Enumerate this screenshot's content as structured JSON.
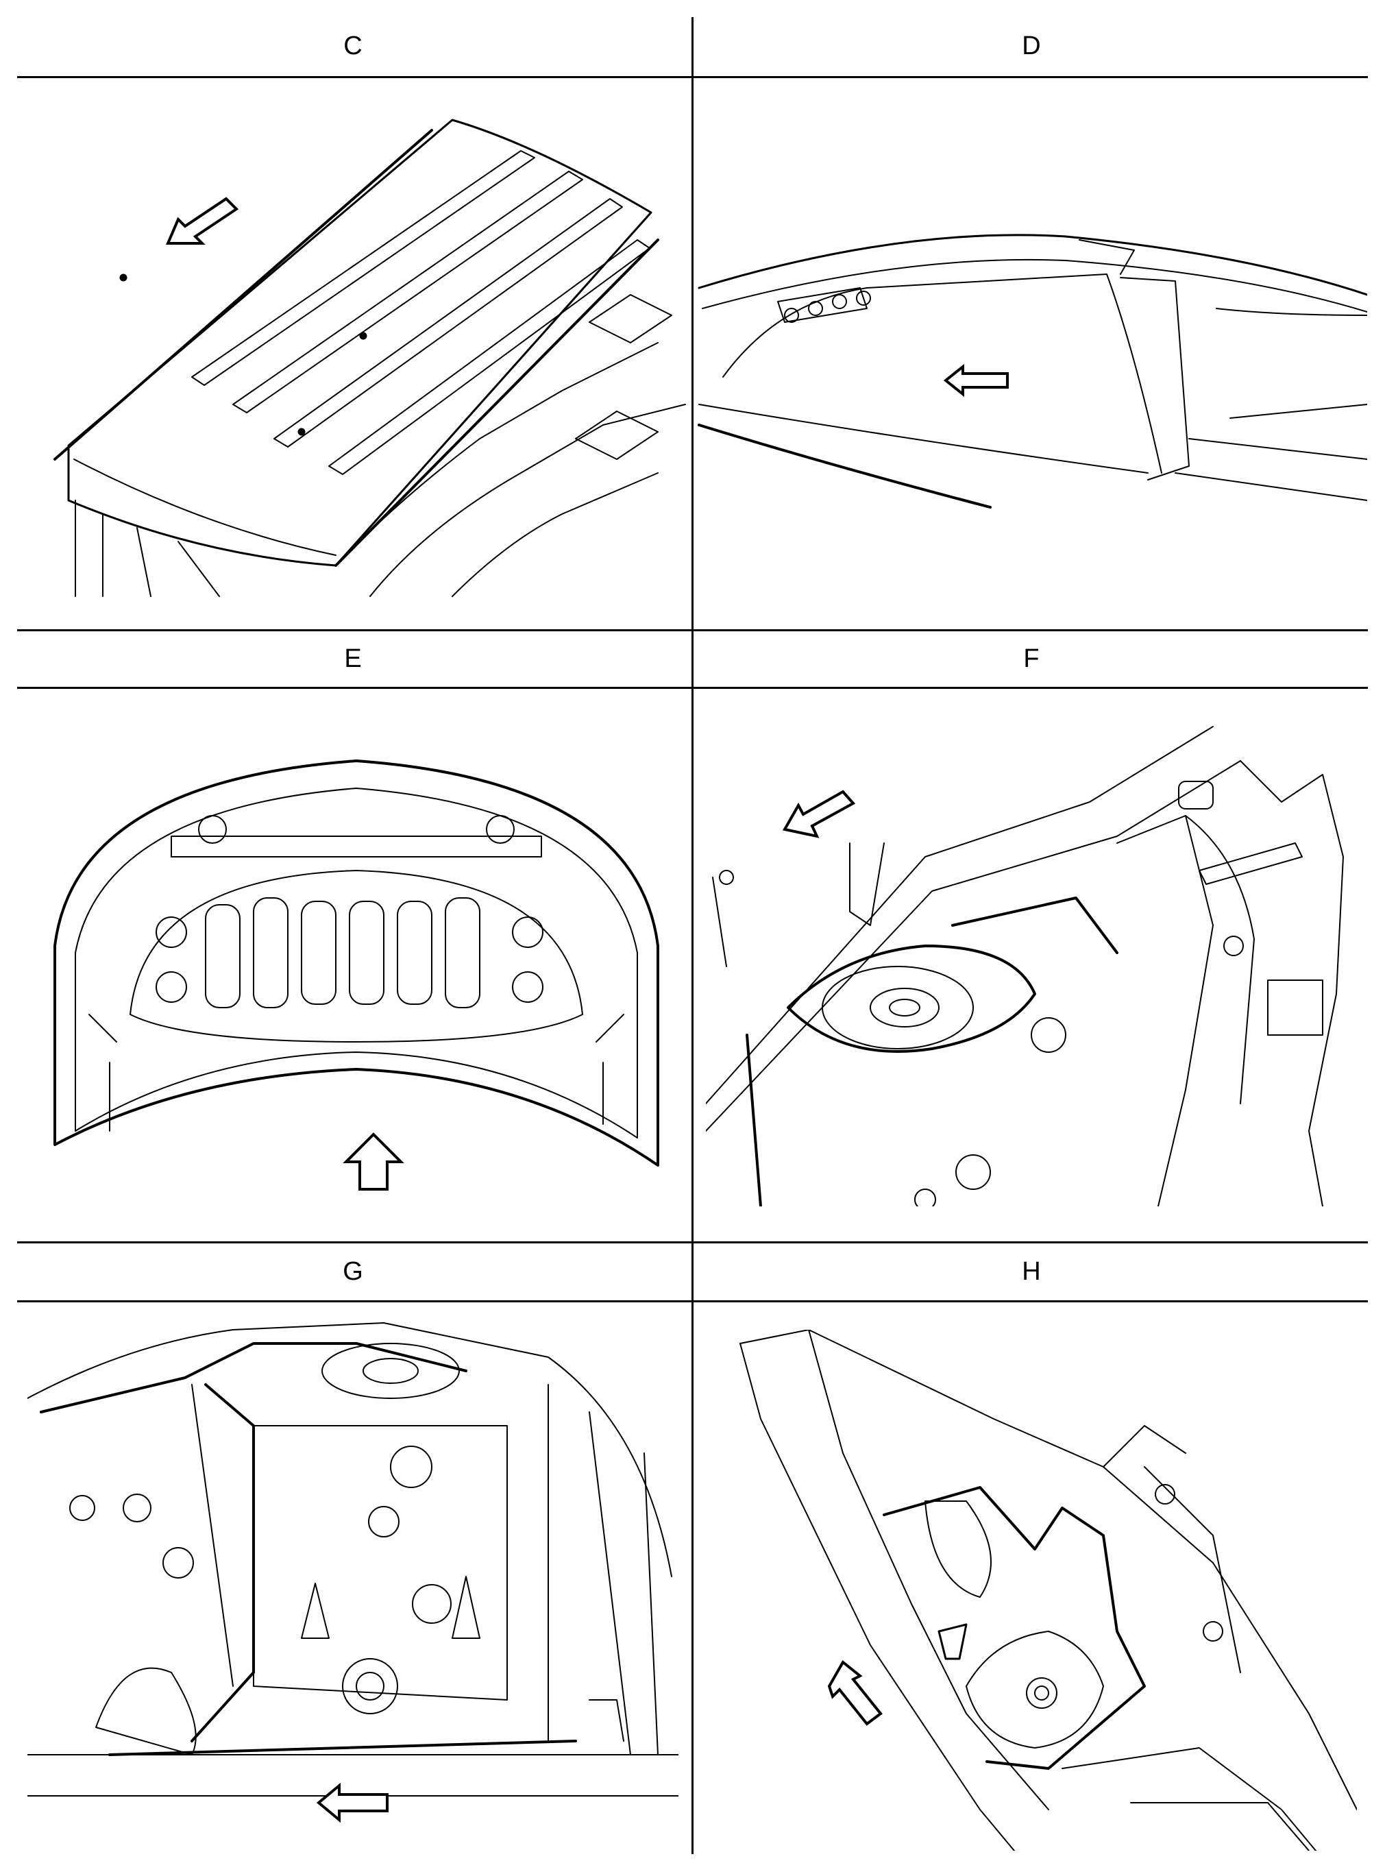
{
  "panels": {
    "c": {
      "label": "C"
    },
    "d": {
      "label": "D"
    },
    "e": {
      "label": "E"
    },
    "f": {
      "label": "F"
    },
    "g": {
      "label": "G"
    },
    "h": {
      "label": "H"
    }
  },
  "colors": {
    "line": "#000000",
    "background": "#ffffff"
  }
}
